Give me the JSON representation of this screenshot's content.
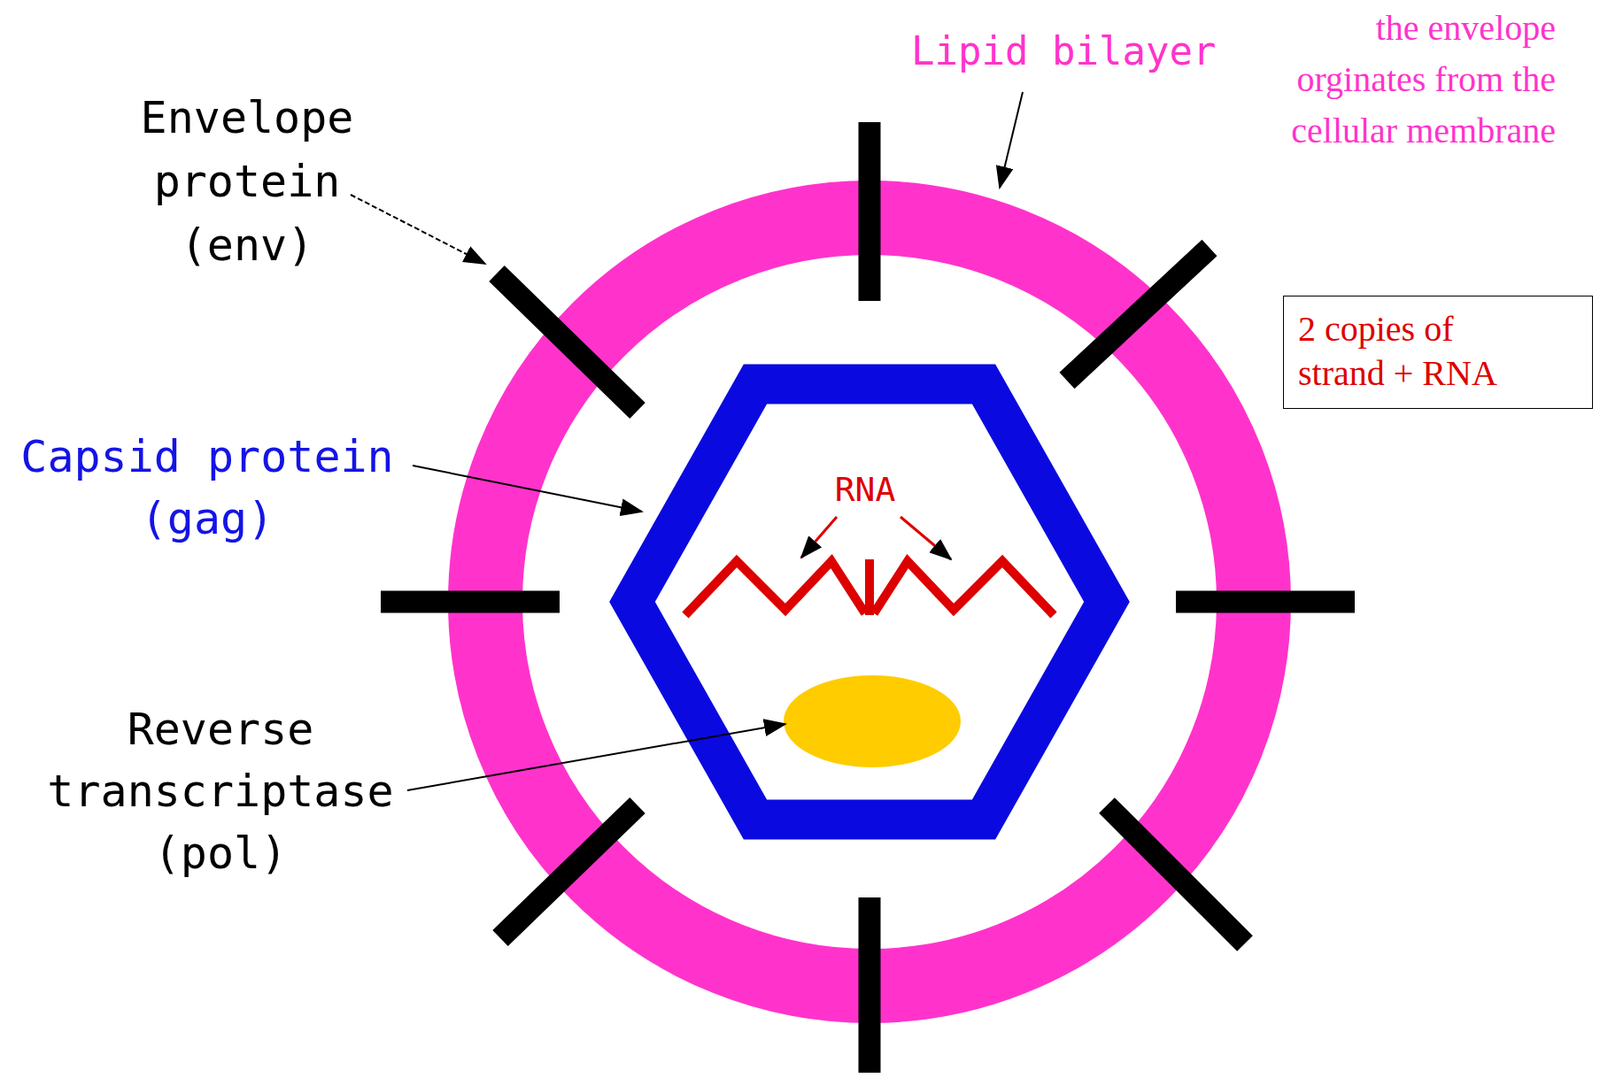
{
  "diagram": {
    "nodes": [
      {
        "text": [
          "2 copies of strand + RNA"
        ]
      }
    ],
    "labels": [
      "Lipid bilayer",
      "the envelope orginates from the cellular membrane",
      "Envelope protein (env)",
      "Capsid protein (gag)",
      "RNA",
      "Reverse transcriptase (pol)"
    ]
  }
}
